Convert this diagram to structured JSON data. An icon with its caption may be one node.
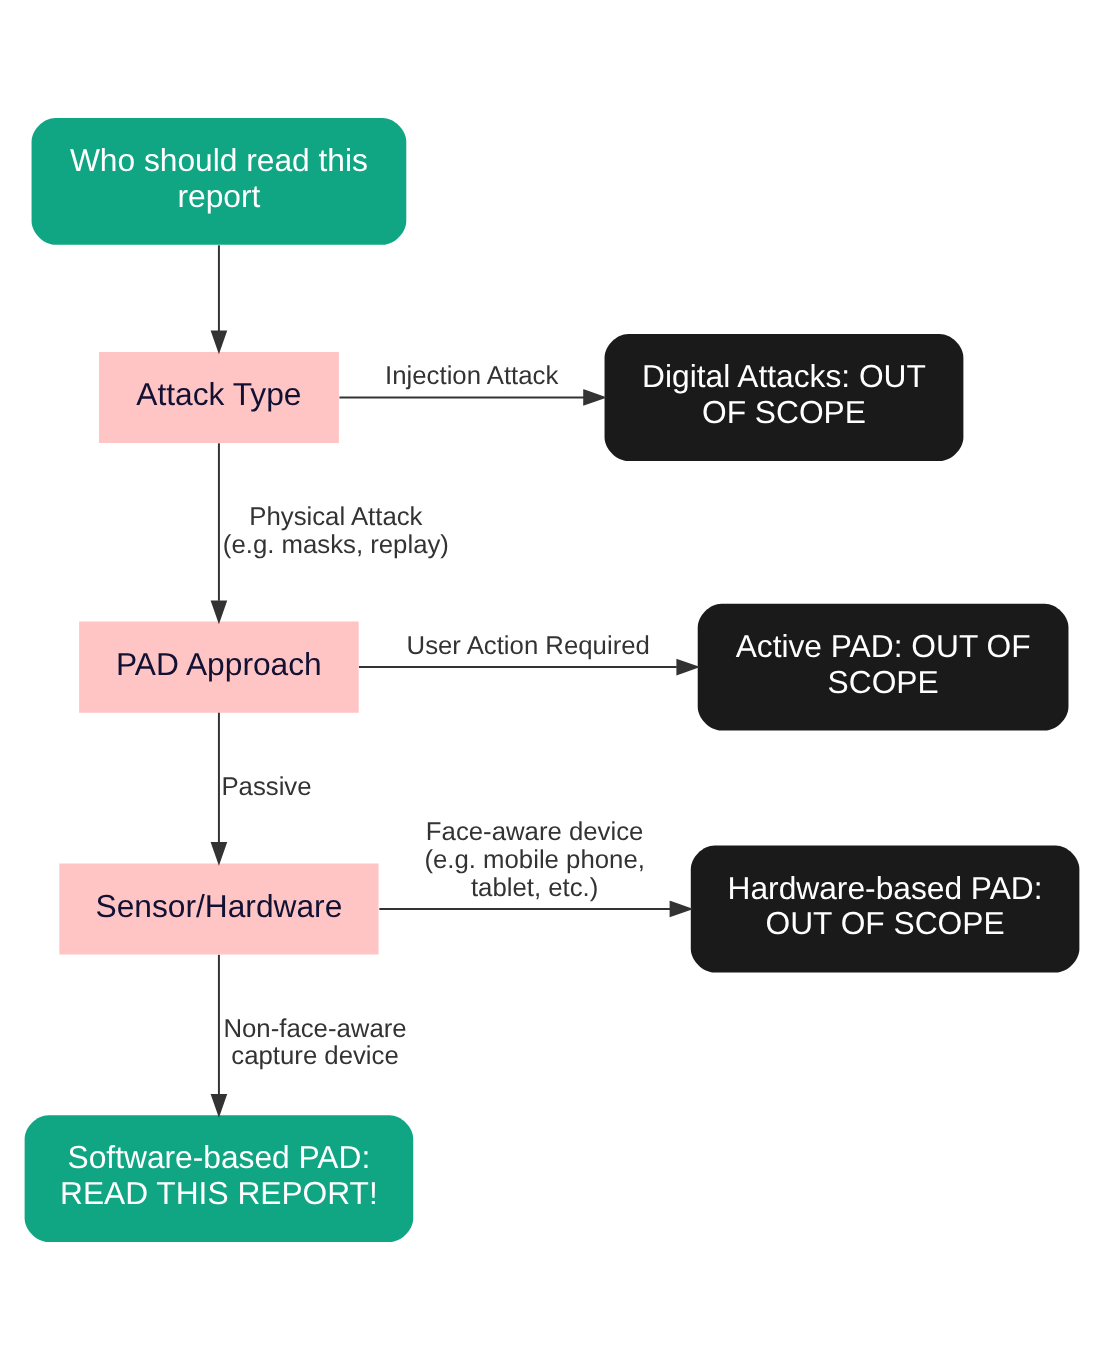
{
  "diagram": {
    "nodes": [
      {
        "text": [
          "Who should read this report"
        ]
      },
      {
        "text": [
          "Attack Type"
        ]
      },
      {
        "text": [
          "Digital Attacks: OUT OF SCOPE"
        ]
      },
      {
        "text": [
          "PAD Approach"
        ]
      },
      {
        "text": [
          "Active PAD: OUT OF SCOPE"
        ]
      },
      {
        "text": [
          "Sensor/Hardware"
        ]
      },
      {
        "text": [
          "Hardware-based PAD: OUT OF SCOPE"
        ]
      },
      {
        "text": [
          "Software-based PAD: READ THIS REPORT!"
        ]
      }
    ],
    "edges": [
      {
        "from": 0,
        "to": 1,
        "arrow": "to"
      },
      {
        "from": 1,
        "to": 2,
        "arrow": "to",
        "label": "Injection Attack"
      },
      {
        "from": 1,
        "to": 3,
        "arrow": "to",
        "label": "Physical Attack (e.g. masks, replay)"
      },
      {
        "from": 3,
        "to": 4,
        "arrow": "to",
        "label": "User Action Required"
      },
      {
        "from": 3,
        "to": 5,
        "arrow": "to",
        "label": "Passive"
      },
      {
        "from": 5,
        "to": 6,
        "arrow": "to",
        "label": "Face-aware device (e.g. mobile phone, tablet, etc.)"
      },
      {
        "from": 5,
        "to": 7,
        "arrow": "to",
        "label": "Non-face-aware capture device"
      }
    ]
  }
}
